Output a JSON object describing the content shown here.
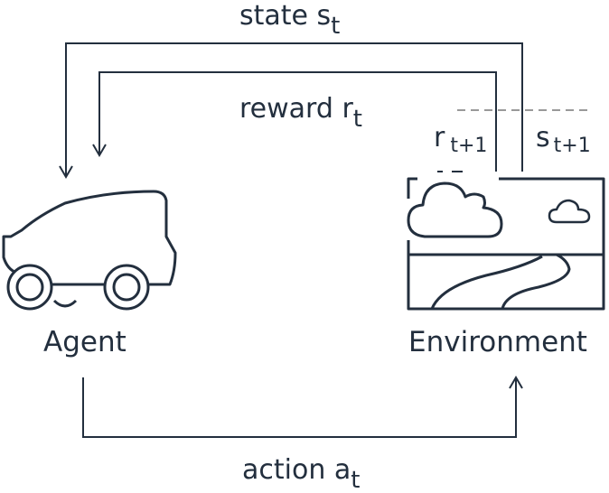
{
  "diagram": {
    "state": {
      "text": "state s",
      "sub": "t"
    },
    "reward": {
      "text": "reward r",
      "sub": "t"
    },
    "next_reward": {
      "text": "r",
      "sub": "t+1"
    },
    "next_state": {
      "text": "s",
      "sub": "t+1"
    },
    "agent": {
      "label": "Agent",
      "icon": "car-icon"
    },
    "environment": {
      "label": "Environment",
      "icon": "landscape-icon"
    },
    "action": {
      "text": "action a",
      "sub": "t"
    },
    "colors": {
      "ink": "#232f3e",
      "dashed": "#999999"
    }
  }
}
